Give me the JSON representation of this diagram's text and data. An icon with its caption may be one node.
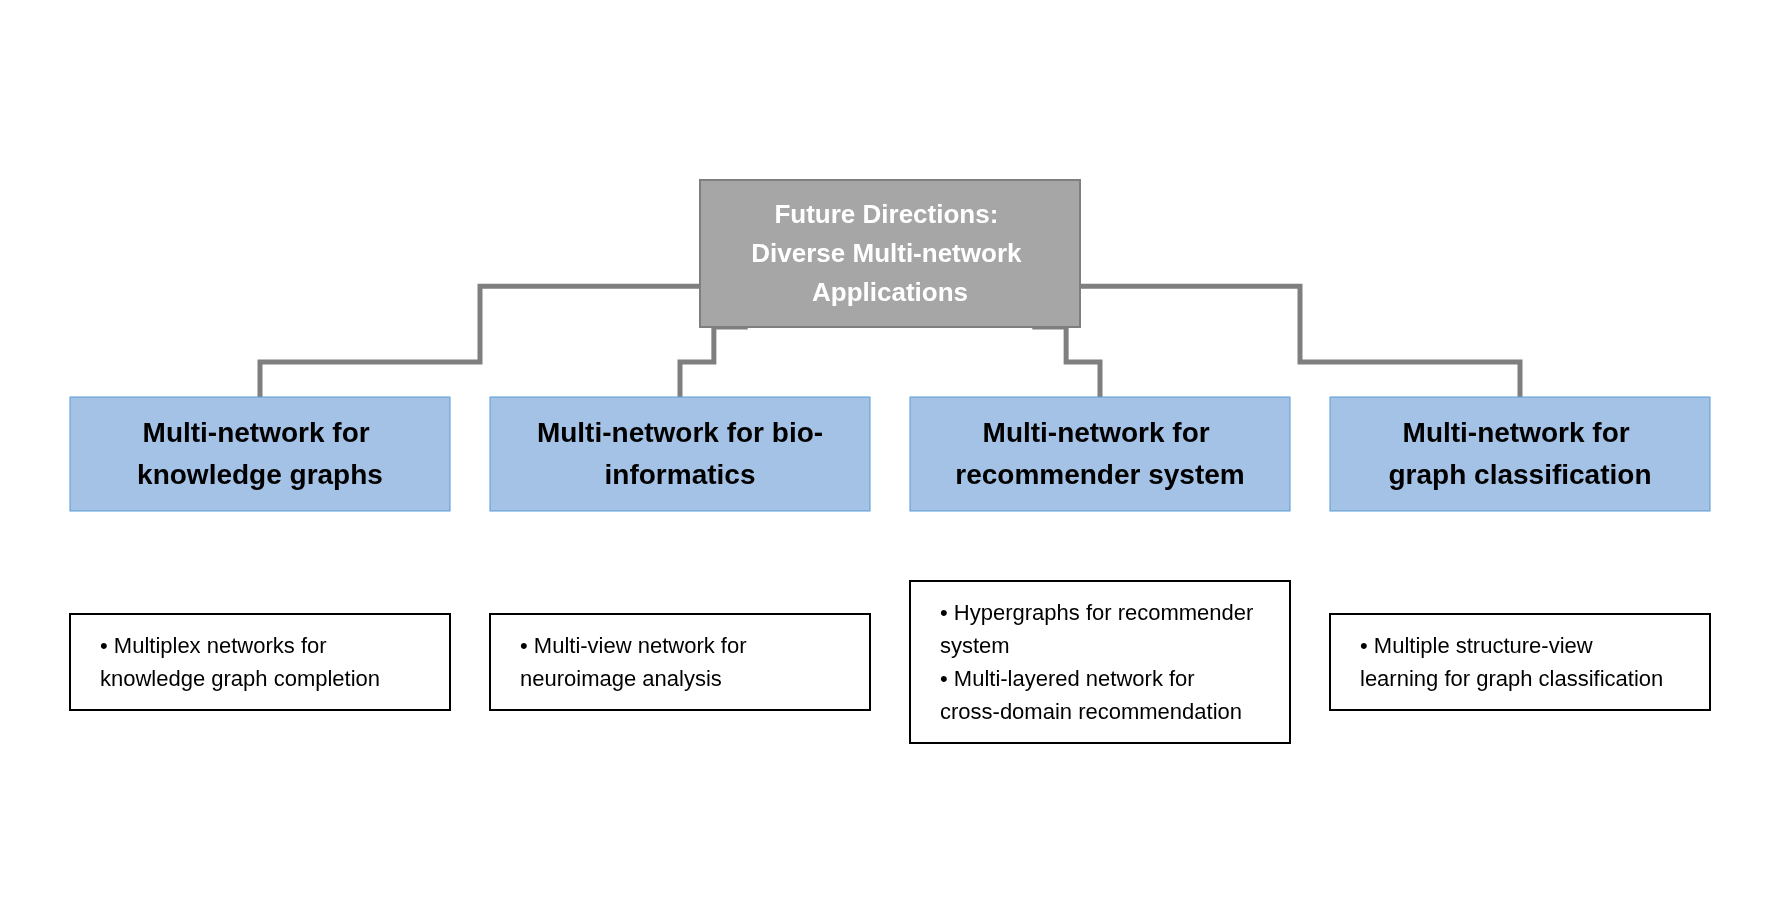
{
  "diagram": {
    "nodes": [
      {
        "text": [
          "Future Directions: Diverse Multi-network Applications"
        ]
      },
      {
        "text": [
          "Multi-network for knowledge graphs"
        ]
      },
      {
        "text": [
          "Multi-network for bio-informatics"
        ]
      },
      {
        "text": [
          "Multi-network for recommender system"
        ]
      },
      {
        "text": [
          "Multi-network for graph classification"
        ]
      },
      {
        "text": [
          "• Multiplex networks for knowledge graph completion"
        ]
      },
      {
        "text": [
          "• Multi-view network for neuroimage analysis"
        ]
      },
      {
        "text": [
          "• Hypergraphs for recommender system",
          "• Multi-layered network for cross-domain recommendation"
        ]
      },
      {
        "text": [
          "• Multiple structure-view learning for graph classification"
        ]
      }
    ],
    "edges": [
      {
        "from": 0,
        "to": 1,
        "arrow": "none"
      },
      {
        "from": 0,
        "to": 2,
        "arrow": "none"
      },
      {
        "from": 0,
        "to": 3,
        "arrow": "none"
      },
      {
        "from": 0,
        "to": 4,
        "arrow": "none"
      }
    ]
  }
}
